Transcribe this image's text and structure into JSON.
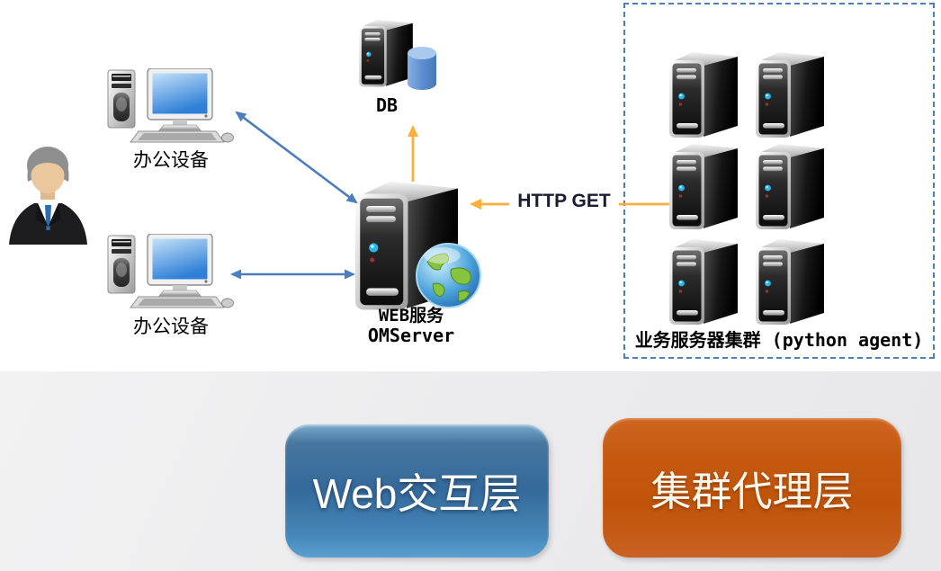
{
  "diagram": {
    "office_pc_1_label": "办公设备",
    "office_pc_2_label": "办公设备",
    "db_label": "DB",
    "web_server_label": "WEB服务",
    "web_server_name": "OMServer",
    "http_get_label": "HTTP GET",
    "cluster_label": "业务服务器集群 (python agent)"
  },
  "layers": {
    "web_interaction": "Web交互层",
    "cluster_agent": "集群代理层"
  },
  "colors": {
    "blue_arrow": "#4a7ebc",
    "orange_arrow": "#fbae3c",
    "cluster_border": "#4a7ebc",
    "web_layer_fill": "#34699b",
    "cluster_layer_fill": "#c0540a",
    "band_background": "#ebebed"
  }
}
